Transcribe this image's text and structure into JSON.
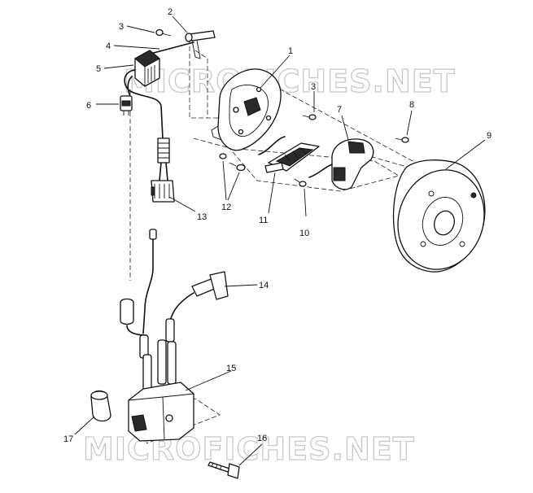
{
  "watermark": {
    "text": "MICROFICHES.NET"
  },
  "callouts": {
    "c1": "1",
    "c2": "2",
    "c3a": "3",
    "c3b": "3",
    "c4": "4",
    "c5": "5",
    "c6": "6",
    "c7": "7",
    "c8": "8",
    "c9": "9",
    "c10": "10",
    "c11": "11",
    "c12": "12",
    "c13": "13",
    "c14": "14",
    "c15": "15",
    "c16": "16",
    "c17": "17"
  }
}
